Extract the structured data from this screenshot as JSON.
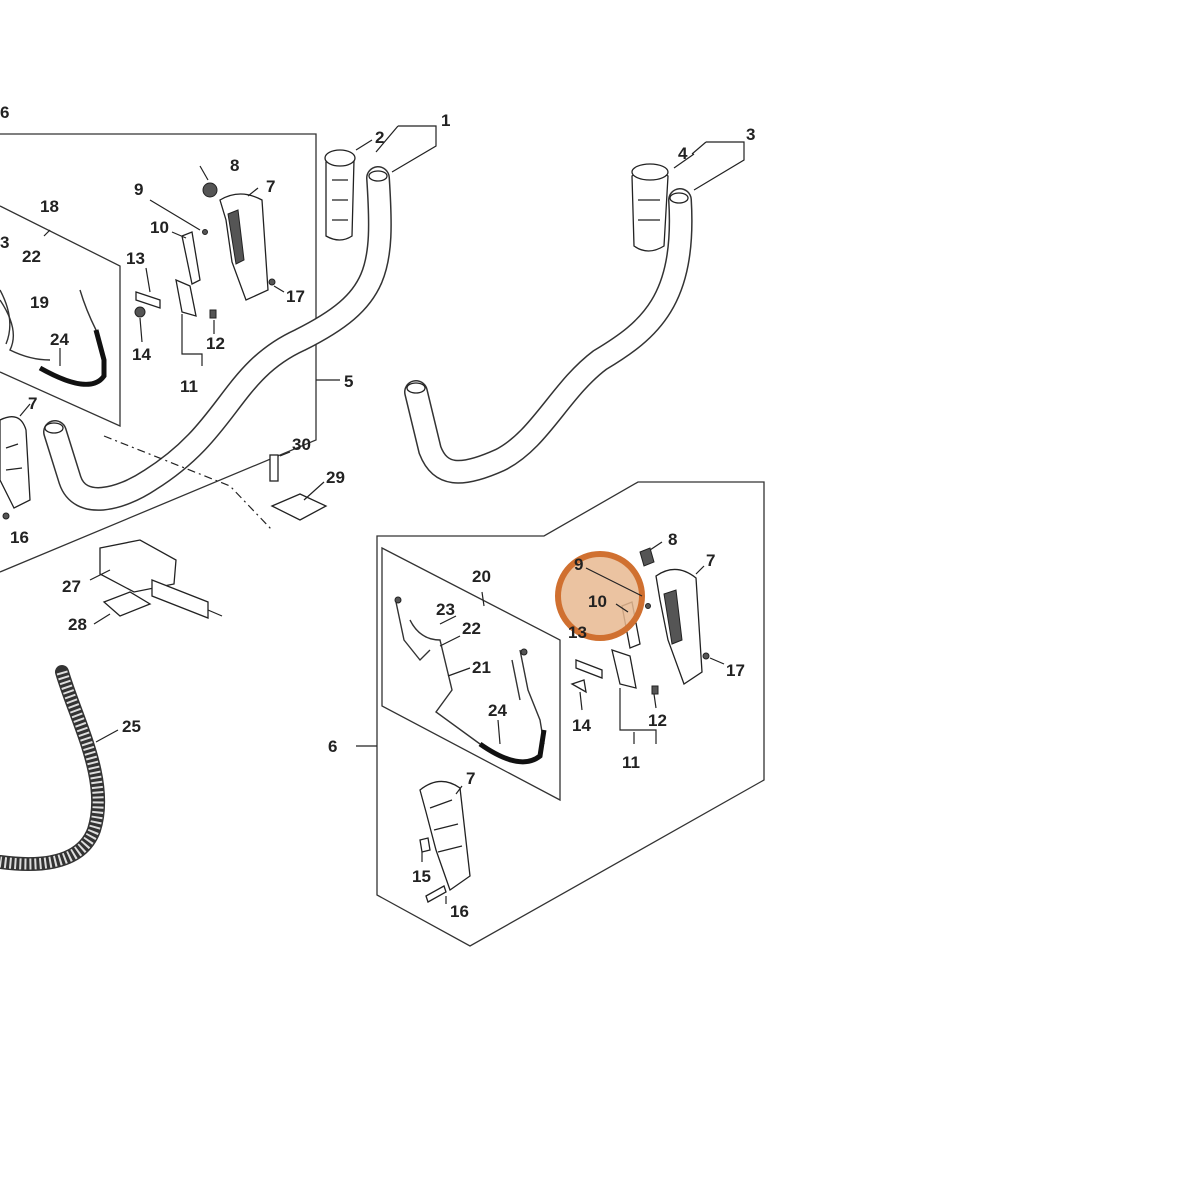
{
  "highlight": {
    "color": "#e8b890",
    "ring": "#d07030",
    "label": "10"
  },
  "callouts": [
    "1",
    "2",
    "3",
    "4",
    "5",
    "6",
    "7",
    "8",
    "9",
    "10",
    "11",
    "12",
    "13",
    "14",
    "15",
    "16",
    "17",
    "18",
    "19",
    "20",
    "21",
    "22",
    "23",
    "24",
    "25",
    "27",
    "28",
    "29",
    "30"
  ]
}
